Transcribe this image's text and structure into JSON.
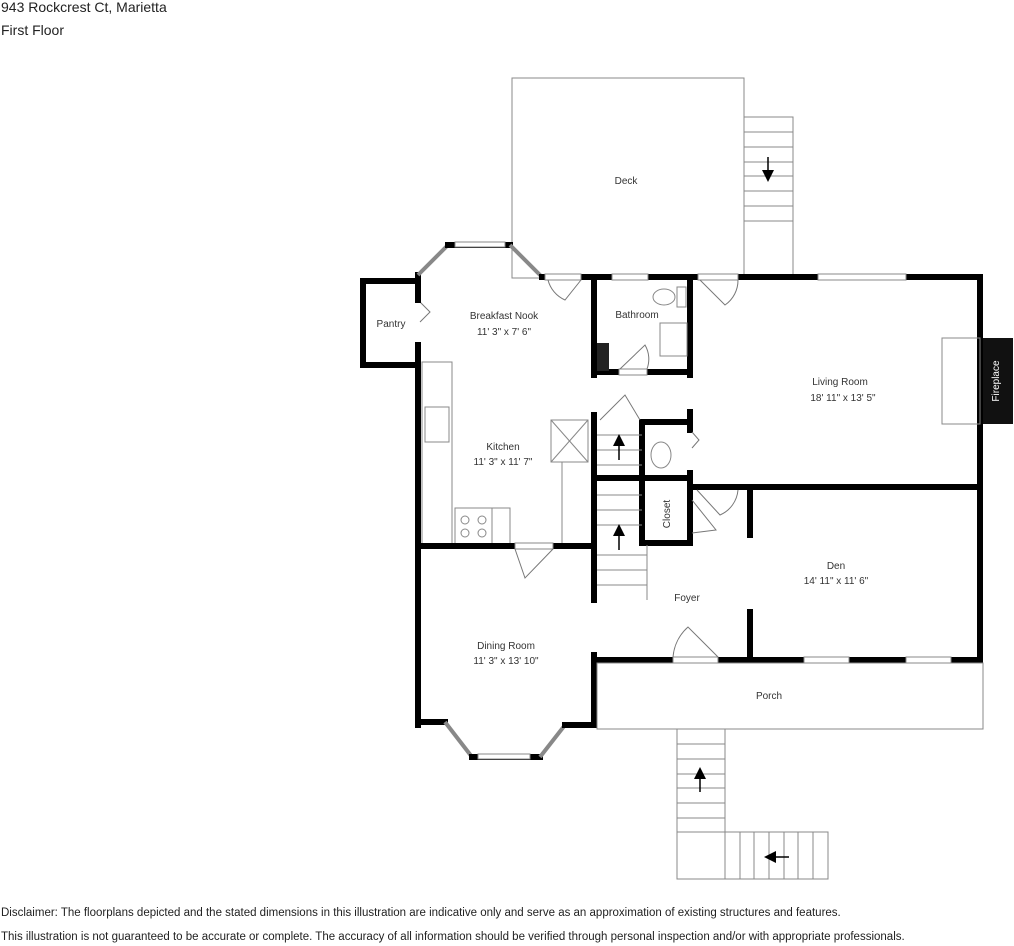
{
  "header": {
    "title": "943 Rockcrest Ct, Marietta",
    "subtitle": "First Floor"
  },
  "rooms": {
    "deck": {
      "name": "Deck"
    },
    "pantry": {
      "name": "Pantry"
    },
    "breakfast_nook": {
      "name": "Breakfast Nook",
      "dims": "11' 3\" x 7' 6\""
    },
    "bathroom": {
      "name": "Bathroom"
    },
    "living_room": {
      "name": "Living Room",
      "dims": "18' 11\" x 13' 5\""
    },
    "fireplace": {
      "name": "Fireplace"
    },
    "kitchen": {
      "name": "Kitchen",
      "dims": "11' 3\" x 11' 7\""
    },
    "closet": {
      "name": "Closet"
    },
    "den": {
      "name": "Den",
      "dims": "14' 11\" x 11' 6\""
    },
    "foyer": {
      "name": "Foyer"
    },
    "dining_room": {
      "name": "Dining Room",
      "dims": "11' 3\" x 13' 10\""
    },
    "porch": {
      "name": "Porch"
    }
  },
  "disclaimer": {
    "line1": "Disclaimer: The floorplans depicted and the stated dimensions in this illustration are indicative only and serve as an approximation of existing structures and features.",
    "line2": "This illustration is not guaranteed to be accurate or complete. The accuracy of all information should be verified through personal inspection and/or with appropriate professionals."
  }
}
